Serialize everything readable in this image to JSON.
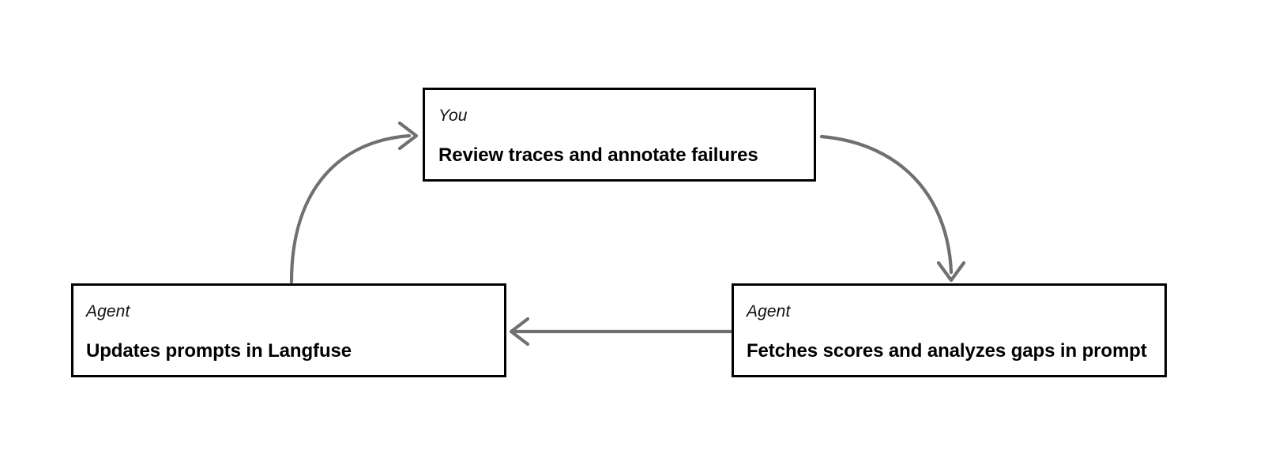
{
  "diagram": {
    "type": "cycle-flowchart",
    "background_color": "#ffffff",
    "node_border_color": "#000000",
    "arrow_color": "#707070",
    "nodes": [
      {
        "id": "you",
        "role": "You",
        "title": "Review traces and annotate failures"
      },
      {
        "id": "fetches",
        "role": "Agent",
        "title": "Fetches scores and analyzes gaps in prompt"
      },
      {
        "id": "updates",
        "role": "Agent",
        "title": "Updates prompts in Langfuse"
      }
    ],
    "edges": [
      {
        "id": "you-to-fetches",
        "from": "you",
        "to": "fetches",
        "shape": "curve-right-down"
      },
      {
        "id": "fetches-to-updates",
        "from": "fetches",
        "to": "updates",
        "shape": "straight-left"
      },
      {
        "id": "updates-to-you",
        "from": "updates",
        "to": "you",
        "shape": "curve-up-right"
      }
    ]
  }
}
